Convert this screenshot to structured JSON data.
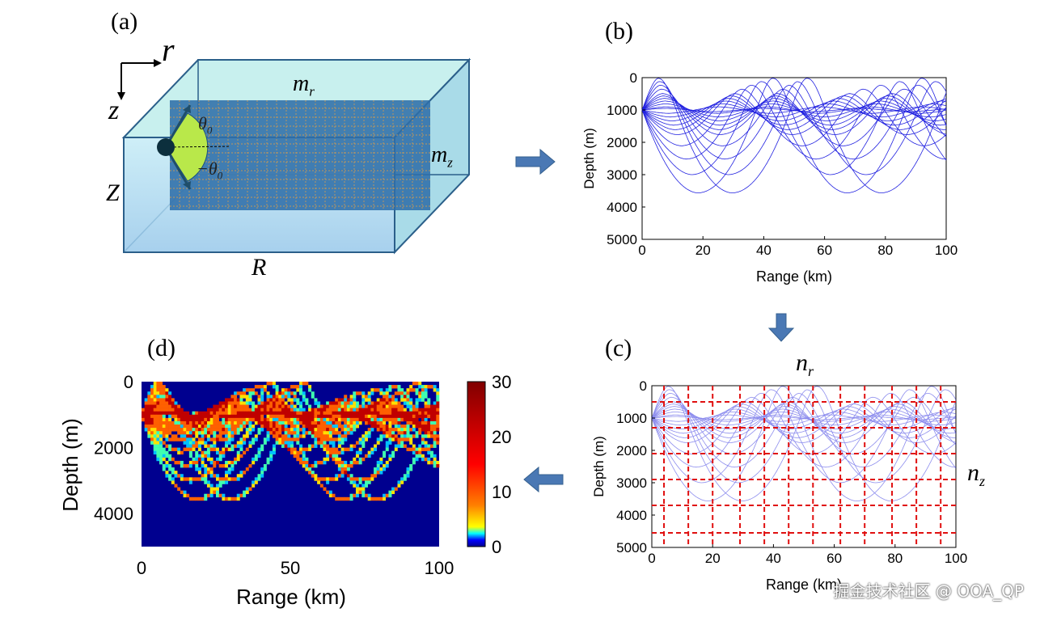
{
  "panels": {
    "a": {
      "label": "(a)",
      "axis_r": "r",
      "axis_z": "z",
      "dim_Z": "Z",
      "dim_R": "R",
      "grid_mr_base": "m",
      "grid_mr_sub": "r",
      "grid_mz_base": "m",
      "grid_mz_sub": "z",
      "theta_pos": "θ",
      "theta_neg": "−θ",
      "theta_sub": "0"
    },
    "b": {
      "label": "(b)",
      "xlabel": "Range (km)",
      "ylabel": "Depth (m)",
      "xticks": [
        "0",
        "20",
        "40",
        "60",
        "80",
        "100"
      ],
      "yticks": [
        "0",
        "1000",
        "2000",
        "3000",
        "4000",
        "5000"
      ]
    },
    "c": {
      "label": "(c)",
      "xlabel": "Range (km)",
      "ylabel": "Depth (m)",
      "xticks": [
        "0",
        "20",
        "40",
        "60",
        "80",
        "100"
      ],
      "yticks": [
        "0",
        "1000",
        "2000",
        "3000",
        "4000",
        "5000"
      ],
      "nr_base": "n",
      "nr_sub": "r",
      "nz_base": "n",
      "nz_sub": "z"
    },
    "d": {
      "label": "(d)",
      "xlabel": "Range (km)",
      "ylabel": "Depth (m)",
      "xticks": [
        "0",
        "50",
        "100"
      ],
      "yticks": [
        "0",
        "2000",
        "4000"
      ],
      "colorbar_ticks": [
        "0",
        "10",
        "20",
        "30"
      ]
    }
  },
  "watermark": "掘金技术社区 @ OOA_QP",
  "colors": {
    "ray": "#2020e0",
    "grid_dash": "#e01010",
    "heatmap_bg": "#00008f",
    "box_face": "#a8dcef",
    "grid_plane": "#2f6ea8",
    "arrow": "#4a78b4"
  },
  "chart_data": [
    {
      "id": "b",
      "type": "line",
      "title": "",
      "xlabel": "Range (km)",
      "ylabel": "Depth (m)",
      "xlim": [
        0,
        100
      ],
      "ylim": [
        5000,
        0
      ],
      "source": {
        "x": 0,
        "y": 1000
      },
      "ray_angles_deg": [
        -14,
        -12,
        -10,
        -8,
        -6,
        -5,
        -4,
        -3,
        -2,
        -1,
        0,
        1,
        2,
        3,
        4,
        5,
        6,
        8,
        10,
        12,
        14
      ]
    },
    {
      "id": "c",
      "type": "line",
      "xlabel": "Range (km)",
      "ylabel": "Depth (m)",
      "xlim": [
        0,
        100
      ],
      "ylim": [
        5000,
        0
      ],
      "grid_r_km": [
        4,
        12,
        20,
        29,
        37,
        45,
        53,
        62,
        70,
        79,
        87,
        95
      ],
      "grid_z_m": [
        500,
        1300,
        2100,
        2900,
        3700,
        4550
      ]
    },
    {
      "id": "d",
      "type": "heatmap",
      "xlabel": "Range (km)",
      "ylabel": "Depth (m)",
      "xlim": [
        0,
        100
      ],
      "ylim": [
        5000,
        0
      ],
      "clim": [
        0,
        30
      ]
    }
  ]
}
